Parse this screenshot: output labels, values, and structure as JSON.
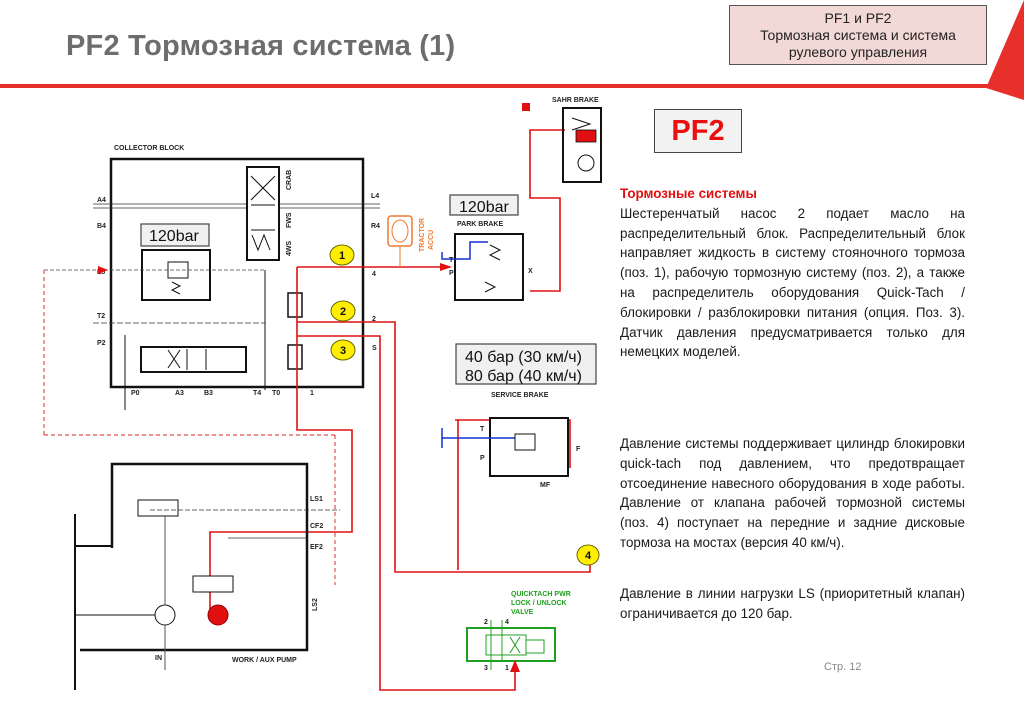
{
  "slide": {
    "title": "PF2 Тормозная система (1)",
    "page_number": "Стр. 12",
    "accent_color": "#e8302a"
  },
  "header_box": {
    "line1": "PF1 и PF2",
    "line2": "Тормозная система и система",
    "line3": "рулевого управления"
  },
  "badge": {
    "label": "PF2",
    "color": "#e81010"
  },
  "text": {
    "section1_heading": "Тормозные системы",
    "section1_body": "Шестеренчатый насос 2 подает масло на распределительный блок. Распределительный блок направляет жидкость в систему стояночного тормоза (поз. 1), рабочую тормозную систему (поз. 2), а также на распределитель оборудования Quick-Tach / блокировки / разблокировки питания (опция. Поз. 3). Датчик давления предусматривается только для немецких моделей.",
    "section2_body": "Давление системы поддерживает цилиндр блокировки quick-tach под давлением, что предотвращает отсоединение навесного оборудования в ходе работы. Давление от клапана рабочей тормозной системы (поз. 4) поступает на передние и задние дисковые тормоза на мостах (версия 40 км/ч).",
    "section3_body": "Давление в линии нагрузки LS (приоритетный клапан) ограничивается до 120 бар."
  },
  "diagram": {
    "collector_block": {
      "title": "COLLECTOR BLOCK",
      "pressure_label": "120bar",
      "ports_left": [
        "A4",
        "B4",
        "L5",
        "T2",
        "P2"
      ],
      "ports_right": [
        "L4",
        "R4",
        "4",
        "2",
        "S"
      ],
      "ports_bottom": [
        "P0",
        "A3",
        "B3",
        "T4",
        "T0",
        "1"
      ],
      "valve_labels": [
        "CRAB",
        "FWS",
        "4WS"
      ]
    },
    "tractor_accu": {
      "line1": "TRACTOR",
      "line2": "ACCU"
    },
    "park_brake": {
      "title": "PARK BRAKE",
      "pressure_label": "120bar",
      "ports": [
        "T",
        "P",
        "X"
      ]
    },
    "sahr_brake": {
      "title": "SAHR BRAKE"
    },
    "service_brake": {
      "title": "SERVICE BRAKE",
      "pressure_line1": "40 бар (30 км/ч)",
      "pressure_line2": "80 бар (40 км/ч)",
      "ports": [
        "T",
        "P",
        "F",
        "MF"
      ]
    },
    "pump": {
      "title": "WORK / AUX PUMP",
      "ports": [
        "LS1",
        "CF2",
        "EF2",
        "LS2",
        "IN"
      ]
    },
    "quicktach_valve": {
      "line1": "QUICKTACH PWR",
      "line2": "LOCK / UNLOCK",
      "line3": "VALVE",
      "ports": [
        "2",
        "4",
        "3",
        "1"
      ]
    },
    "position_markers": [
      "1",
      "2",
      "3",
      "4"
    ]
  }
}
